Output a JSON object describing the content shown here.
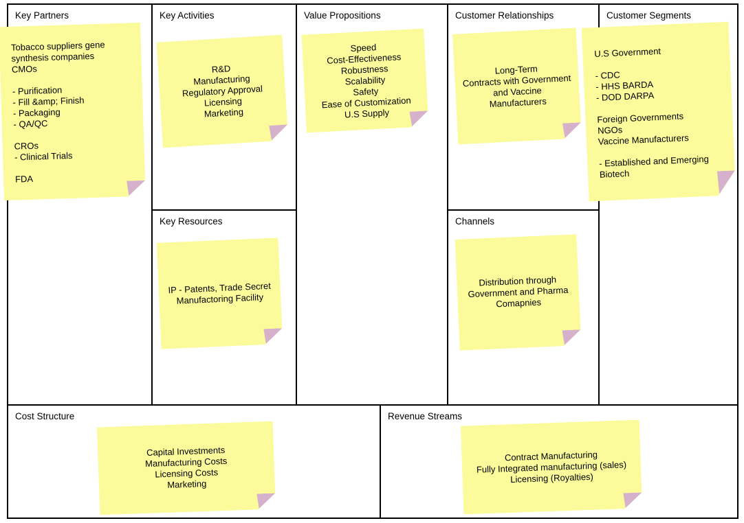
{
  "canvas": {
    "type": "business-model-canvas",
    "sections": {
      "key_partners": "Key Partners",
      "key_activities": "Key Activities",
      "key_resources": "Key Resources",
      "value_propositions": "Value Propositions",
      "customer_relationships": "Customer Relationships",
      "channels": "Channels",
      "customer_segments": "Customer Segments",
      "cost_structure": "Cost Structure",
      "revenue_streams": "Revenue Streams"
    },
    "notes": {
      "key_partners": [
        "Tobacco suppliers gene",
        "synthesis companies",
        "CMOs",
        "",
        "- Purification",
        "- Fill &amp; Finish",
        "- Packaging",
        "- QA/QC",
        "",
        "CROs",
        "- Clinical Trials",
        "",
        "FDA"
      ],
      "key_activities": [
        "R&D",
        "Manufacturing",
        "Regulatory Approval",
        "Licensing",
        "Marketing"
      ],
      "key_resources": [
        "IP - Patents, Trade Secret",
        "Manufactoring Facility"
      ],
      "value_propositions": [
        "Speed",
        "Cost-Effectiveness",
        "Robustness",
        "Scalability",
        "Safety",
        "Ease of Customization",
        "U.S Supply"
      ],
      "customer_relationships": [
        "Long-Term",
        "Contracts with Government",
        "and Vaccine",
        "Manufacturers"
      ],
      "channels": [
        "Distribution through",
        "Government and Pharma",
        "Comapnies"
      ],
      "customer_segments": [
        "U.S Government",
        "",
        "- CDC",
        "- HHS BARDA",
        "- DOD DARPA",
        "",
        "Foreign Governments",
        "NGOs",
        "Vaccine Manufacturers",
        "",
        "- Established and Emerging",
        "Biotech"
      ],
      "cost_structure": [
        "Capital Investments",
        "Manufacturing Costs",
        "Licensing Costs",
        "Marketing"
      ],
      "revenue_streams": [
        "Contract Manufacturing",
        "Fully Integrated manufacturing (sales)",
        "Licensing (Royalties)"
      ]
    },
    "colors": {
      "note_fill": "#FBFB9B",
      "note_fold": "#D6B1CB",
      "border": "#000000",
      "background": "#FFFFFF",
      "text": "#000000"
    }
  }
}
